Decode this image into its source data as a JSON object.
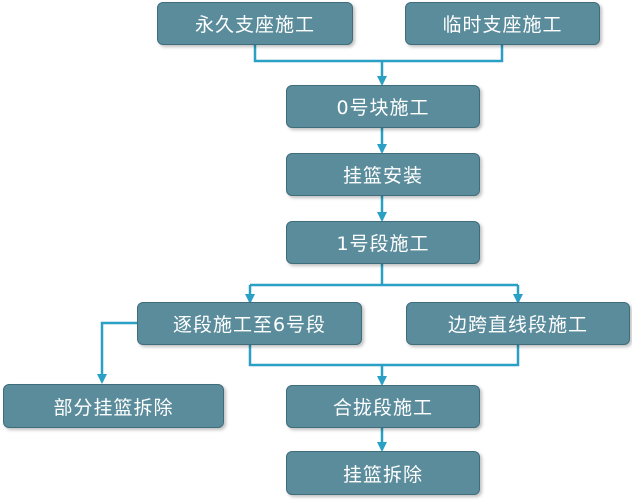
{
  "colors": {
    "box_fill": "#5b8c9c",
    "box_border": "#3f6d7c",
    "connector": "#2aa0c4",
    "text": "#ffffff"
  },
  "nodes": {
    "permanent_support": "永久支座施工",
    "temporary_support": "临时支座施工",
    "block_0": "0号块施工",
    "hanging_basket_install": "挂篮安装",
    "segment_1": "1号段施工",
    "segment_by_segment": "逐段施工至6号段",
    "side_span_straight": "边跨直线段施工",
    "partial_basket_removal": "部分挂篮拆除",
    "closure_segment": "合拢段施工",
    "basket_removal": "挂篮拆除"
  }
}
